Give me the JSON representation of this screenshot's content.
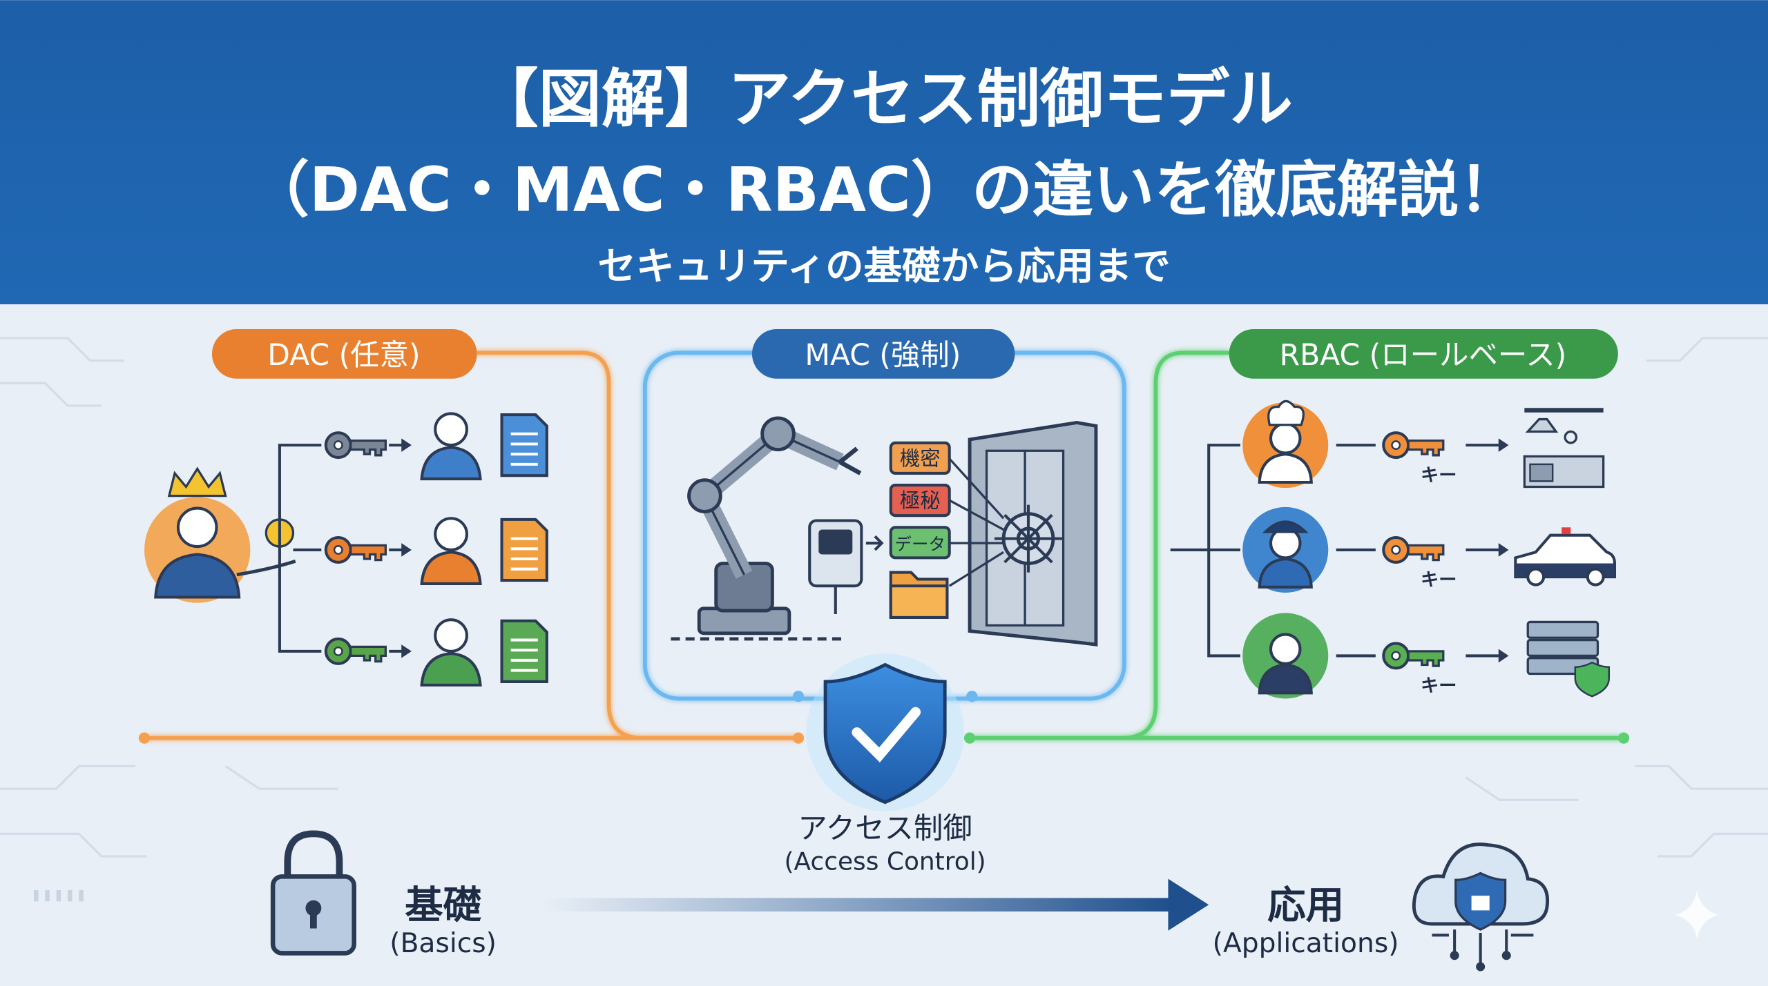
{
  "header": {
    "title_line1": "【図解】アクセス制御モデル",
    "title_line2": "（DAC・MAC・RBAC）の違いを徹底解説！",
    "subtitle": "セキュリティの基礎から応用まで"
  },
  "colors": {
    "header_bg": "#1e62ad",
    "dac": "#e8802f",
    "mac": "#2a68b0",
    "rbac": "#3a9a4a",
    "background": "#e9eff6"
  },
  "dac": {
    "label": "DAC (任意)",
    "owner_icon": "king-owner-icon",
    "rows": [
      {
        "key_color": "#7b8794",
        "user_color": "#3f7fc9",
        "doc_color": "#4a8fd8"
      },
      {
        "key_color": "#e8802f",
        "user_color": "#e8802f",
        "doc_color": "#f0a040"
      },
      {
        "key_color": "#5aa54a",
        "user_color": "#4aa050",
        "doc_color": "#5aaa55"
      }
    ]
  },
  "mac": {
    "label": "MAC (強制)",
    "tags": [
      {
        "text": "機密",
        "color": "#f0a050"
      },
      {
        "text": "極秘",
        "color": "#e46050"
      },
      {
        "text": "データ",
        "color": "#6cc070"
      }
    ],
    "icons": [
      "robot-arm-icon",
      "chip-panel-icon",
      "folder-icon",
      "vault-door-icon"
    ]
  },
  "rbac": {
    "label": "RBAC (ロールベース)",
    "rows": [
      {
        "role": "chef",
        "bg": "#f0903a",
        "key_color": "#f0903a",
        "key_label": "キー",
        "resource": "kitchen-icon"
      },
      {
        "role": "police",
        "bg": "#3f86cf",
        "key_color": "#f0903a",
        "key_label": "キー",
        "resource": "police-car-icon"
      },
      {
        "role": "businessman",
        "bg": "#56b060",
        "key_color": "#5ab050",
        "key_label": "キー",
        "resource": "server-icon"
      }
    ]
  },
  "center": {
    "label_jp": "アクセス制御",
    "label_en": "(Access Control)"
  },
  "bottom": {
    "basics_jp": "基礎",
    "basics_en": "(Basics)",
    "applications_jp": "応用",
    "applications_en": "(Applications)"
  }
}
